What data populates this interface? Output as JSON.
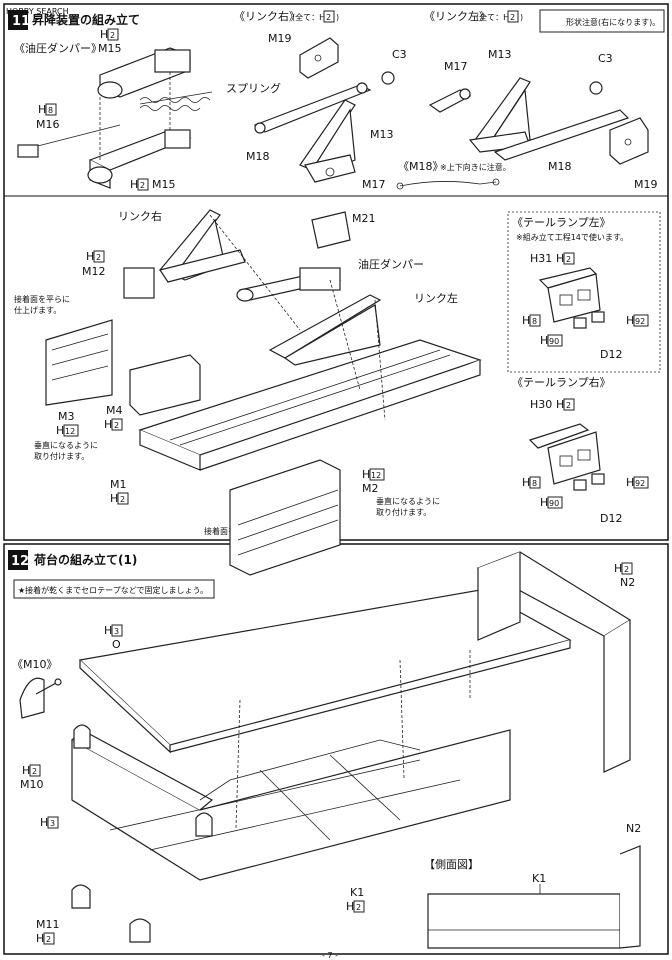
{
  "watermark": "HOBBY SEARCH",
  "step11": {
    "number": "11",
    "title": "昇降装置の組み立て",
    "damper_heading": "《油圧ダンパー》",
    "damper_labels": {
      "top_h": "H",
      "top_h_num": "2",
      "m15_top": "M15",
      "spring": "スプリング",
      "h8": "H",
      "h8_num": "8",
      "m16": "M16",
      "bottom_h": "H",
      "bottom_h_num": "2",
      "m15_bottom": "M15"
    },
    "link_right_heading": "《リンク右》",
    "link_right_note": "(全て：H",
    "link_right_note_num": "2",
    "link_right_note_end": ")",
    "link_right_labels": {
      "m19": "M19",
      "c3": "C3",
      "m13": "M13",
      "m18": "M18",
      "m17": "M17"
    },
    "link_left_heading": "《リンク左》",
    "link_left_note": "(全て：H",
    "link_left_note_num": "2",
    "link_left_note_end": ")",
    "link_left_labels": {
      "m13": "M13",
      "m17": "M17",
      "c3": "C3",
      "m18": "M18",
      "m19": "M19"
    },
    "caution_box": "形状注意(右になります)。",
    "m18_note_title": "《M18》",
    "m18_note": "※上下向きに注意。",
    "assembly_labels": {
      "link_right": "リンク右",
      "h2": "H",
      "h2_num": "2",
      "m12": "M12",
      "m21": "M21",
      "damper": "油圧ダンパー",
      "link_left": "リンク左",
      "flat_note_1": "接着面を平らに",
      "flat_note_2": "仕上げます。",
      "m3": "M3",
      "h12": "H",
      "h12_num": "12",
      "vertical_note_1": "垂直になるように",
      "vertical_note_2": "取り付けます。",
      "m4": "M4",
      "m4_h": "H",
      "m4_h_num": "2",
      "m1": "M1",
      "m1_h": "H",
      "m1_h_num": "2",
      "m2_h": "H",
      "m2_h_num": "12",
      "m2": "M2",
      "vertical2_note_1": "垂直になるように",
      "vertical2_note_2": "取り付けます。",
      "flat2_note": "接着面を平らに仕上げます。"
    },
    "tail_left": {
      "heading": "《テールランプ左》",
      "note": "※組み立て工程14で使います。",
      "h31": "H31",
      "h2": "H",
      "h2_num": "2",
      "h8": "H",
      "h8_num": "8",
      "h92": "H",
      "h92_num": "92",
      "h90": "H",
      "h90_num": "90",
      "d12": "D12"
    },
    "tail_right": {
      "heading": "《テールランプ右》",
      "h30": "H30",
      "h2": "H",
      "h2_num": "2",
      "h8": "H",
      "h8_num": "8",
      "h92": "H",
      "h92_num": "92",
      "h90": "H",
      "h90_num": "90",
      "d12": "D12"
    }
  },
  "step12": {
    "number": "12",
    "title": "荷台の組み立て(1)",
    "note": "★接着が乾くまでセロテープなどで固定しましょう。",
    "m10_heading": "《M10》",
    "labels": {
      "h3_top": "H",
      "h3_top_num": "3",
      "o": "O",
      "h2_n2": "H",
      "h2_n2_num": "2",
      "n2": "N2",
      "h2_m10": "H",
      "h2_m10_num": "2",
      "m10": "M10",
      "h3_side": "H",
      "h3_side_num": "3",
      "k1": "K1",
      "k1_h": "H",
      "k1_h_num": "2",
      "m11": "M11",
      "m11_h": "H",
      "m11_h_num": "2"
    },
    "side_view_heading": "【側面図】",
    "side_view_k1": "K1",
    "side_view_n2": "N2"
  },
  "page_number": "- 7 -"
}
